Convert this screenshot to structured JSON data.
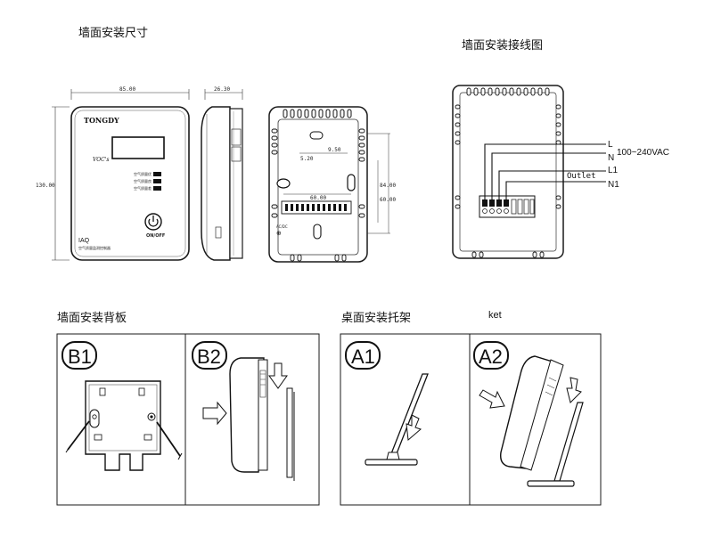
{
  "headings": {
    "wall_dimensions": "墙面安装尺寸",
    "wiring": "墙面安装接线图",
    "wall_backplate": "墙面安装背板",
    "desk_bracket": "桌面安装托架",
    "bracket_fragment": "ket"
  },
  "dimensions": {
    "front_width": "85.00",
    "front_height": "130.00",
    "side_depth": "26.30",
    "back_hole_w": "60.00",
    "back_hole_h": "60.00",
    "back_h2": "84.00",
    "back_small": "9.50",
    "back_small2": "5.20"
  },
  "device": {
    "brand": "TONGDY",
    "voc_label": "VOC's",
    "model": "IAQ",
    "subtitle": "空气质量监测控制器",
    "button_label": "ON/OFF",
    "led_labels": [
      "空气质量优",
      "空气质量良",
      "空气质量差"
    ],
    "power_label": "AC/DC"
  },
  "wiring": {
    "L": "L",
    "N": "N",
    "voltage": "100~240VAC",
    "outlet": "Outlet",
    "L1": "L1",
    "N1": "N1"
  },
  "panels": {
    "B1": "B1",
    "B2": "B2",
    "A1": "A1",
    "A2": "A2"
  },
  "colors": {
    "line": "#1a1a1a",
    "gray": "#9a9a9a",
    "dark": "#333333"
  }
}
